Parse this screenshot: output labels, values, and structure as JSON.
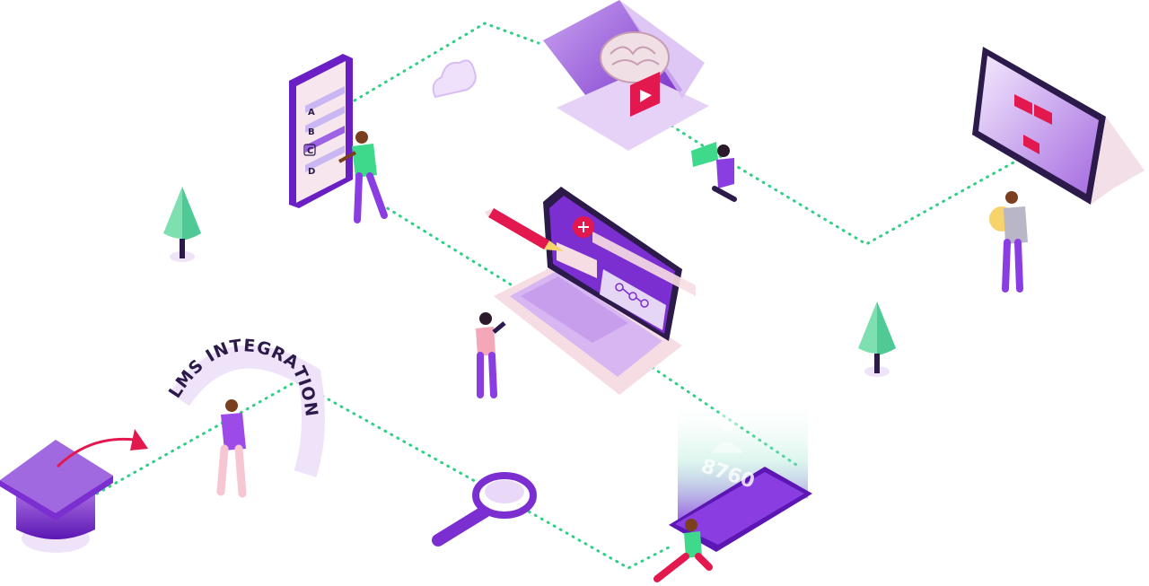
{
  "illustration": {
    "arch_text": "LMS INTEGRATION",
    "quiz_options": [
      "A",
      "B",
      "C",
      "D"
    ],
    "selected_quiz_option": "C",
    "counter_value": "8760",
    "palette": {
      "purple": "#7b2fd1",
      "purple_light": "#b98ae8",
      "lavender": "#e9d8f7",
      "pink": "#f6dde3",
      "pink_deep": "#e2184f",
      "green": "#3ed98a",
      "path_dots": "#2fcf86"
    }
  }
}
